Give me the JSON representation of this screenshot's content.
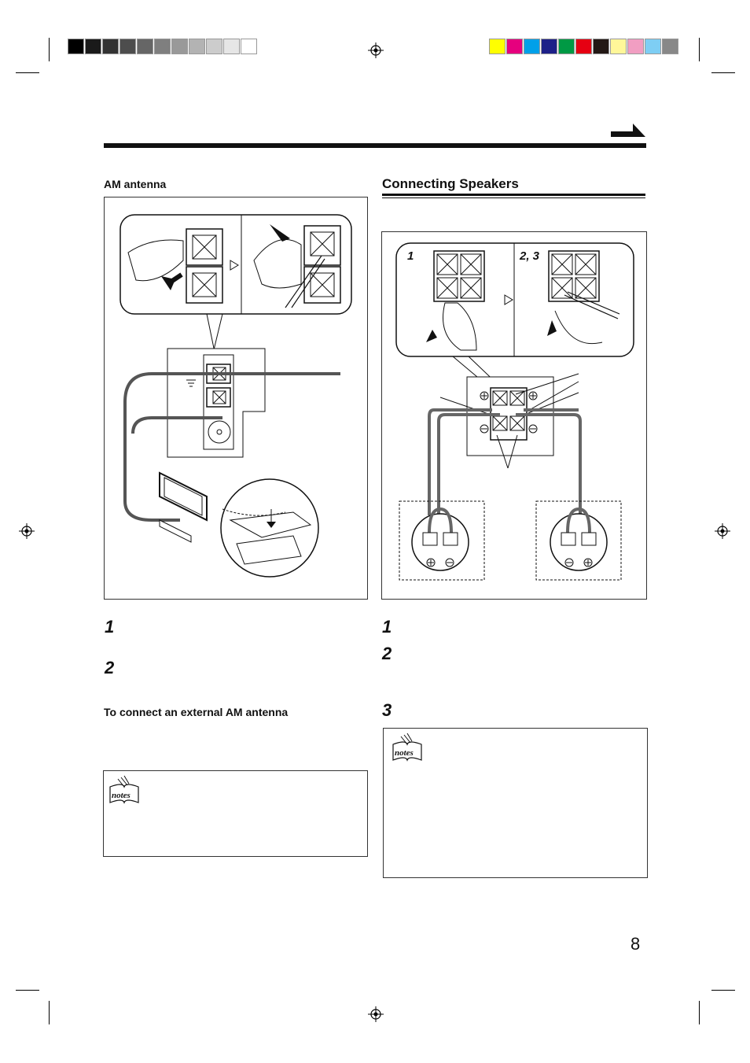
{
  "swatches": {
    "gray": [
      "#000000",
      "#1a1a1a",
      "#333333",
      "#4d4d4d",
      "#666666",
      "#7f7f7f",
      "#999999",
      "#b3b3b3",
      "#cccccc",
      "#e6e6e6",
      "#ffffff"
    ],
    "color": [
      "#ffff00",
      "#e6007e",
      "#00a0e9",
      "#1d2088",
      "#009944",
      "#e60012",
      "#231815",
      "#fff799",
      "#f19ec2",
      "#7ecef4",
      "#888888"
    ]
  },
  "left": {
    "section_label": "AM antenna",
    "steps": [
      {
        "num": "1"
      },
      {
        "num": "2"
      }
    ],
    "external_label": "To connect an external AM antenna",
    "notes_icon": "notes-icon"
  },
  "right": {
    "heading": "Connecting Speakers",
    "figure_labels": {
      "step1": "1",
      "step23": "2, 3"
    },
    "steps": [
      {
        "num": "1"
      },
      {
        "num": "2"
      },
      {
        "num": "3"
      }
    ],
    "notes_icon": "notes-icon"
  },
  "page_number": "8",
  "notes_word": "notes"
}
